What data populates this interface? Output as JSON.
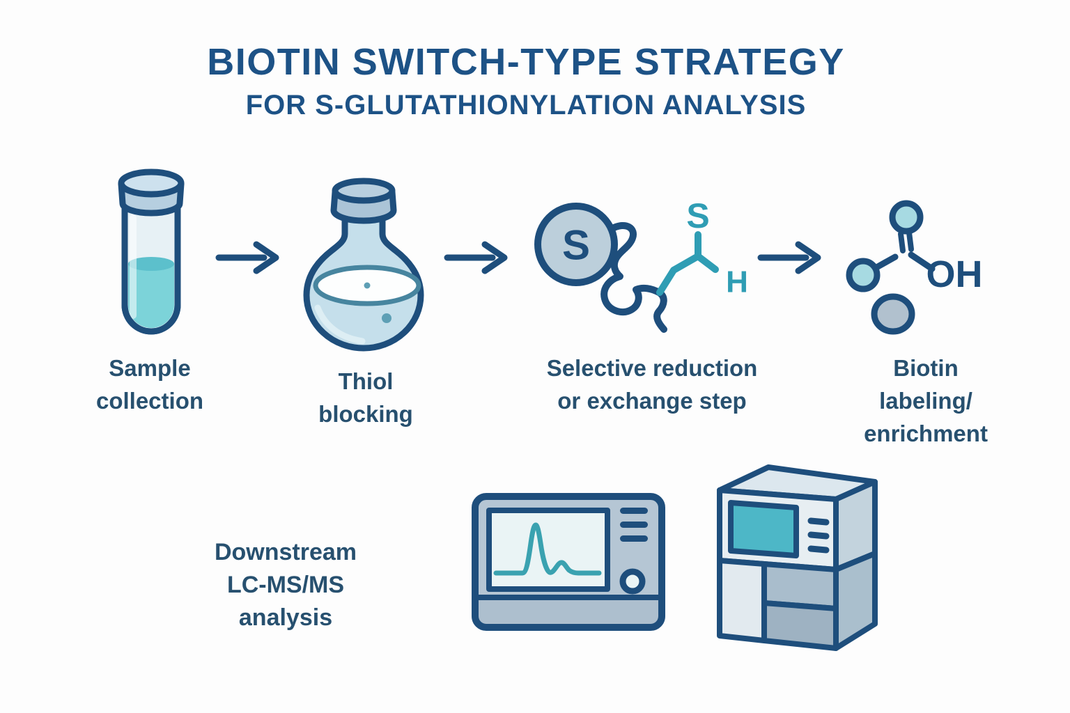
{
  "colors": {
    "background": "#fdfdfd",
    "title_blue": "#1d5286",
    "label_blue": "#27506f",
    "outline_navy": "#1e4e7c",
    "teal_accent": "#2f9db4",
    "liquid_teal": "#7cd3d9",
    "screen_teal": "#4db7c7",
    "light_blue_fill": "#c5dfeb",
    "steel_blue": "#b5c6d4"
  },
  "header": {
    "title": "BIOTIN SWITCH-TYPE STRATEGY",
    "subtitle": "FOR S-GLUTATHIONYLATION ANALYSIS"
  },
  "steps": [
    {
      "label": "Sample\ncollection",
      "icon": "test-tube"
    },
    {
      "label": "Thiol\nblocking",
      "icon": "round-bottom-flask"
    },
    {
      "label": "Selective reduction\nor exchange step",
      "icon": "protein-mixed-disulfide",
      "atoms": {
        "blocked_sulfur": "S",
        "free_sulfur": "S",
        "hydrogen": "H"
      }
    },
    {
      "label": "Biotin labeling/\nenrichment",
      "icon": "biotin-molecule",
      "atoms": {
        "hydroxyl": "OH"
      }
    }
  ],
  "downstream": {
    "label": "Downstream\nLC-MS/MS\nanalysis",
    "icons": [
      "chromatogram-detector",
      "lc-ms-instrument"
    ]
  }
}
